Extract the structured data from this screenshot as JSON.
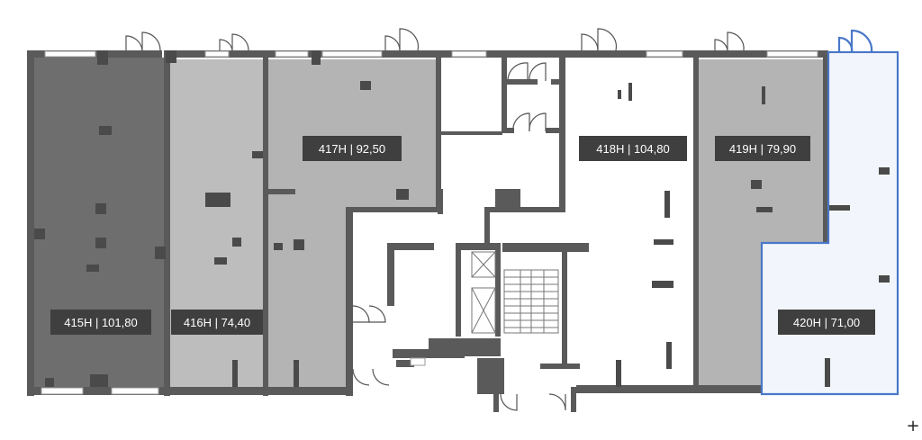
{
  "colors": {
    "wall": "#5a5a5a",
    "unit_415": "#6e6e6e",
    "unit_416": "#bdbdbd",
    "unit_417": "#b4b4b4",
    "unit_418": "#ffffff",
    "unit_419": "#b4b4b4",
    "unit_420": "#f2f6fc",
    "selected_outline": "#4a78c8",
    "label_background": "#3f3f3f",
    "label_text": "#ffffff"
  },
  "units": [
    {
      "id": "415H",
      "area": "101,80",
      "label": "415H | 101,80"
    },
    {
      "id": "416H",
      "area": "74,40",
      "label": "416H | 74,40"
    },
    {
      "id": "417H",
      "area": "92,50",
      "label": "417H | 92,50"
    },
    {
      "id": "418H",
      "area": "104,80",
      "label": "418H | 104,80"
    },
    {
      "id": "419H",
      "area": "79,90",
      "label": "419H | 79,90"
    },
    {
      "id": "420H",
      "area": "71,00",
      "label": "420H | 71,00",
      "selected": true
    }
  ],
  "controls": {
    "zoom_in_label": "+",
    "zoom_in_icon": "plus-icon"
  }
}
